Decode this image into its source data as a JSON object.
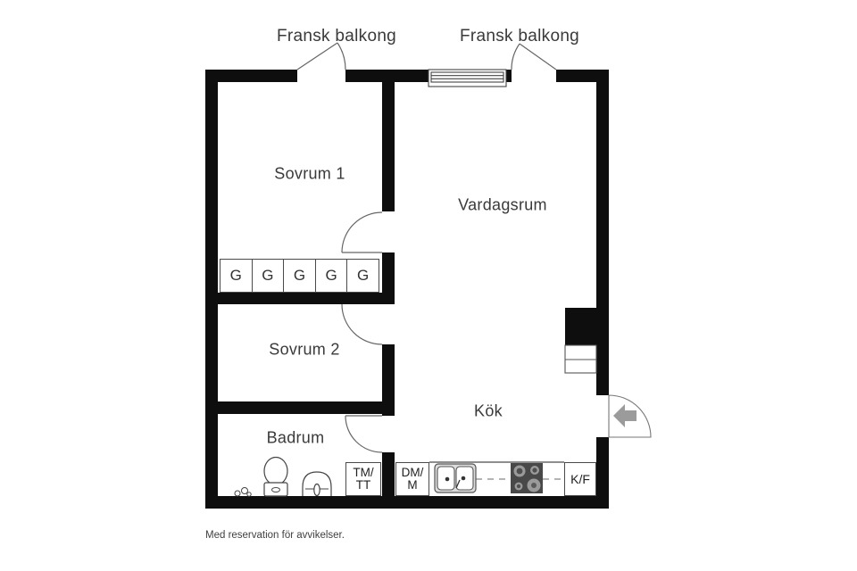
{
  "labels": {
    "balcony": "Fransk balkong",
    "rooms": {
      "bedroom1": "Sovrum 1",
      "living": "Vardagsrum",
      "bedroom2": "Sovrum 2",
      "bathroom": "Badrum",
      "kitchen": "Kök"
    }
  },
  "wardrobes": {
    "cells": [
      "G",
      "G",
      "G",
      "G",
      "G"
    ]
  },
  "appliances": {
    "washer_dryer": [
      "TM/",
      "TT"
    ],
    "dishwasher_micro": [
      "DM/",
      "M"
    ],
    "fridge_freezer": "K/F"
  },
  "icons": {
    "toilet": "toilet-icon",
    "bathroom_sink": "round-sink-icon",
    "floor_drain": "floor-drain-icon",
    "kitchen_sink": "double-sink-icon",
    "stove": "stove-burners-icon",
    "window": "window-icon",
    "entrance_arrow": "entrance-arrow-icon"
  },
  "footer": {
    "disclaimer": "Med reservation för avvikelser."
  },
  "colors": {
    "wall": "#0e0e0e",
    "thin_line": "#555555",
    "text": "#3a3a3a",
    "stove_body": "#484848",
    "burner": "#9a9a9a",
    "sink_fill": "#dcdcdc",
    "arrow": "#9b9b9b"
  }
}
